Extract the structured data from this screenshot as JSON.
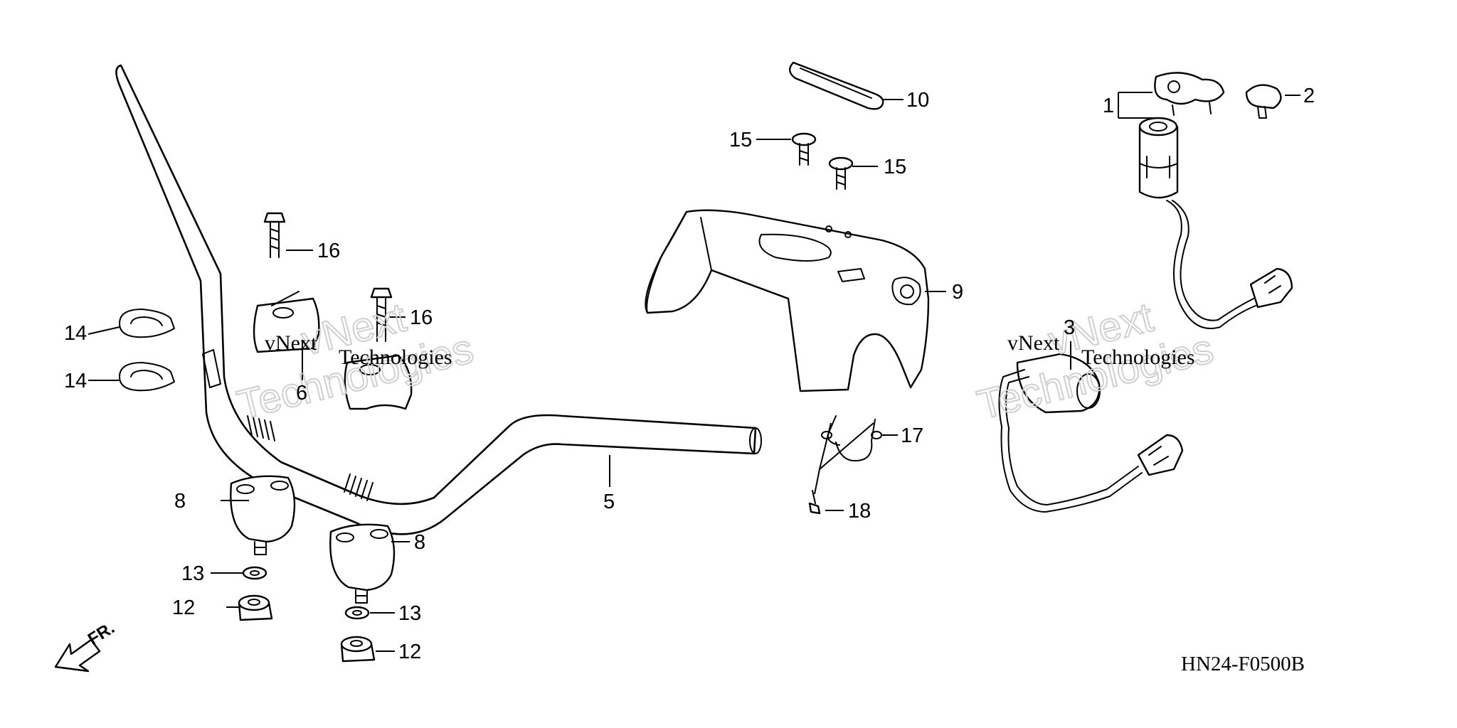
{
  "diagram": {
    "code": "HN24-F0500B",
    "direction_label": "FR.",
    "direction_icon": "arrow-down-left-icon",
    "watermark": {
      "line1": "vNext",
      "line2": "Technologies"
    },
    "callouts": [
      "1",
      "2",
      "3",
      "5",
      "6",
      "8",
      "8",
      "9",
      "10",
      "12",
      "12",
      "13",
      "13",
      "14",
      "14",
      "15",
      "15",
      "16",
      "16",
      "17",
      "18"
    ]
  }
}
